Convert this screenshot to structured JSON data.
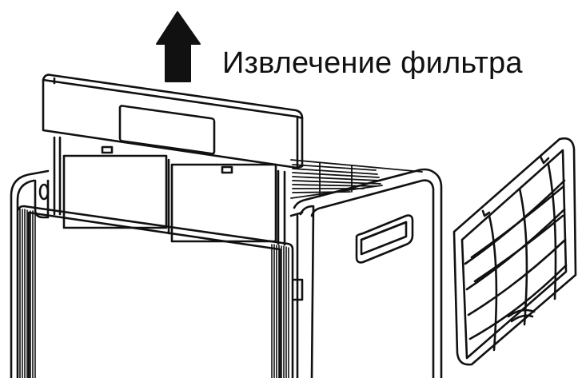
{
  "instruction": {
    "caption": "Извлечение фильтра",
    "direction_icon": "arrow-up-icon"
  },
  "illustration": {
    "main_unit": "air-purifier-unit",
    "removed_part": "filter-frame",
    "line_color": "#111111",
    "background_color": "#ffffff"
  }
}
